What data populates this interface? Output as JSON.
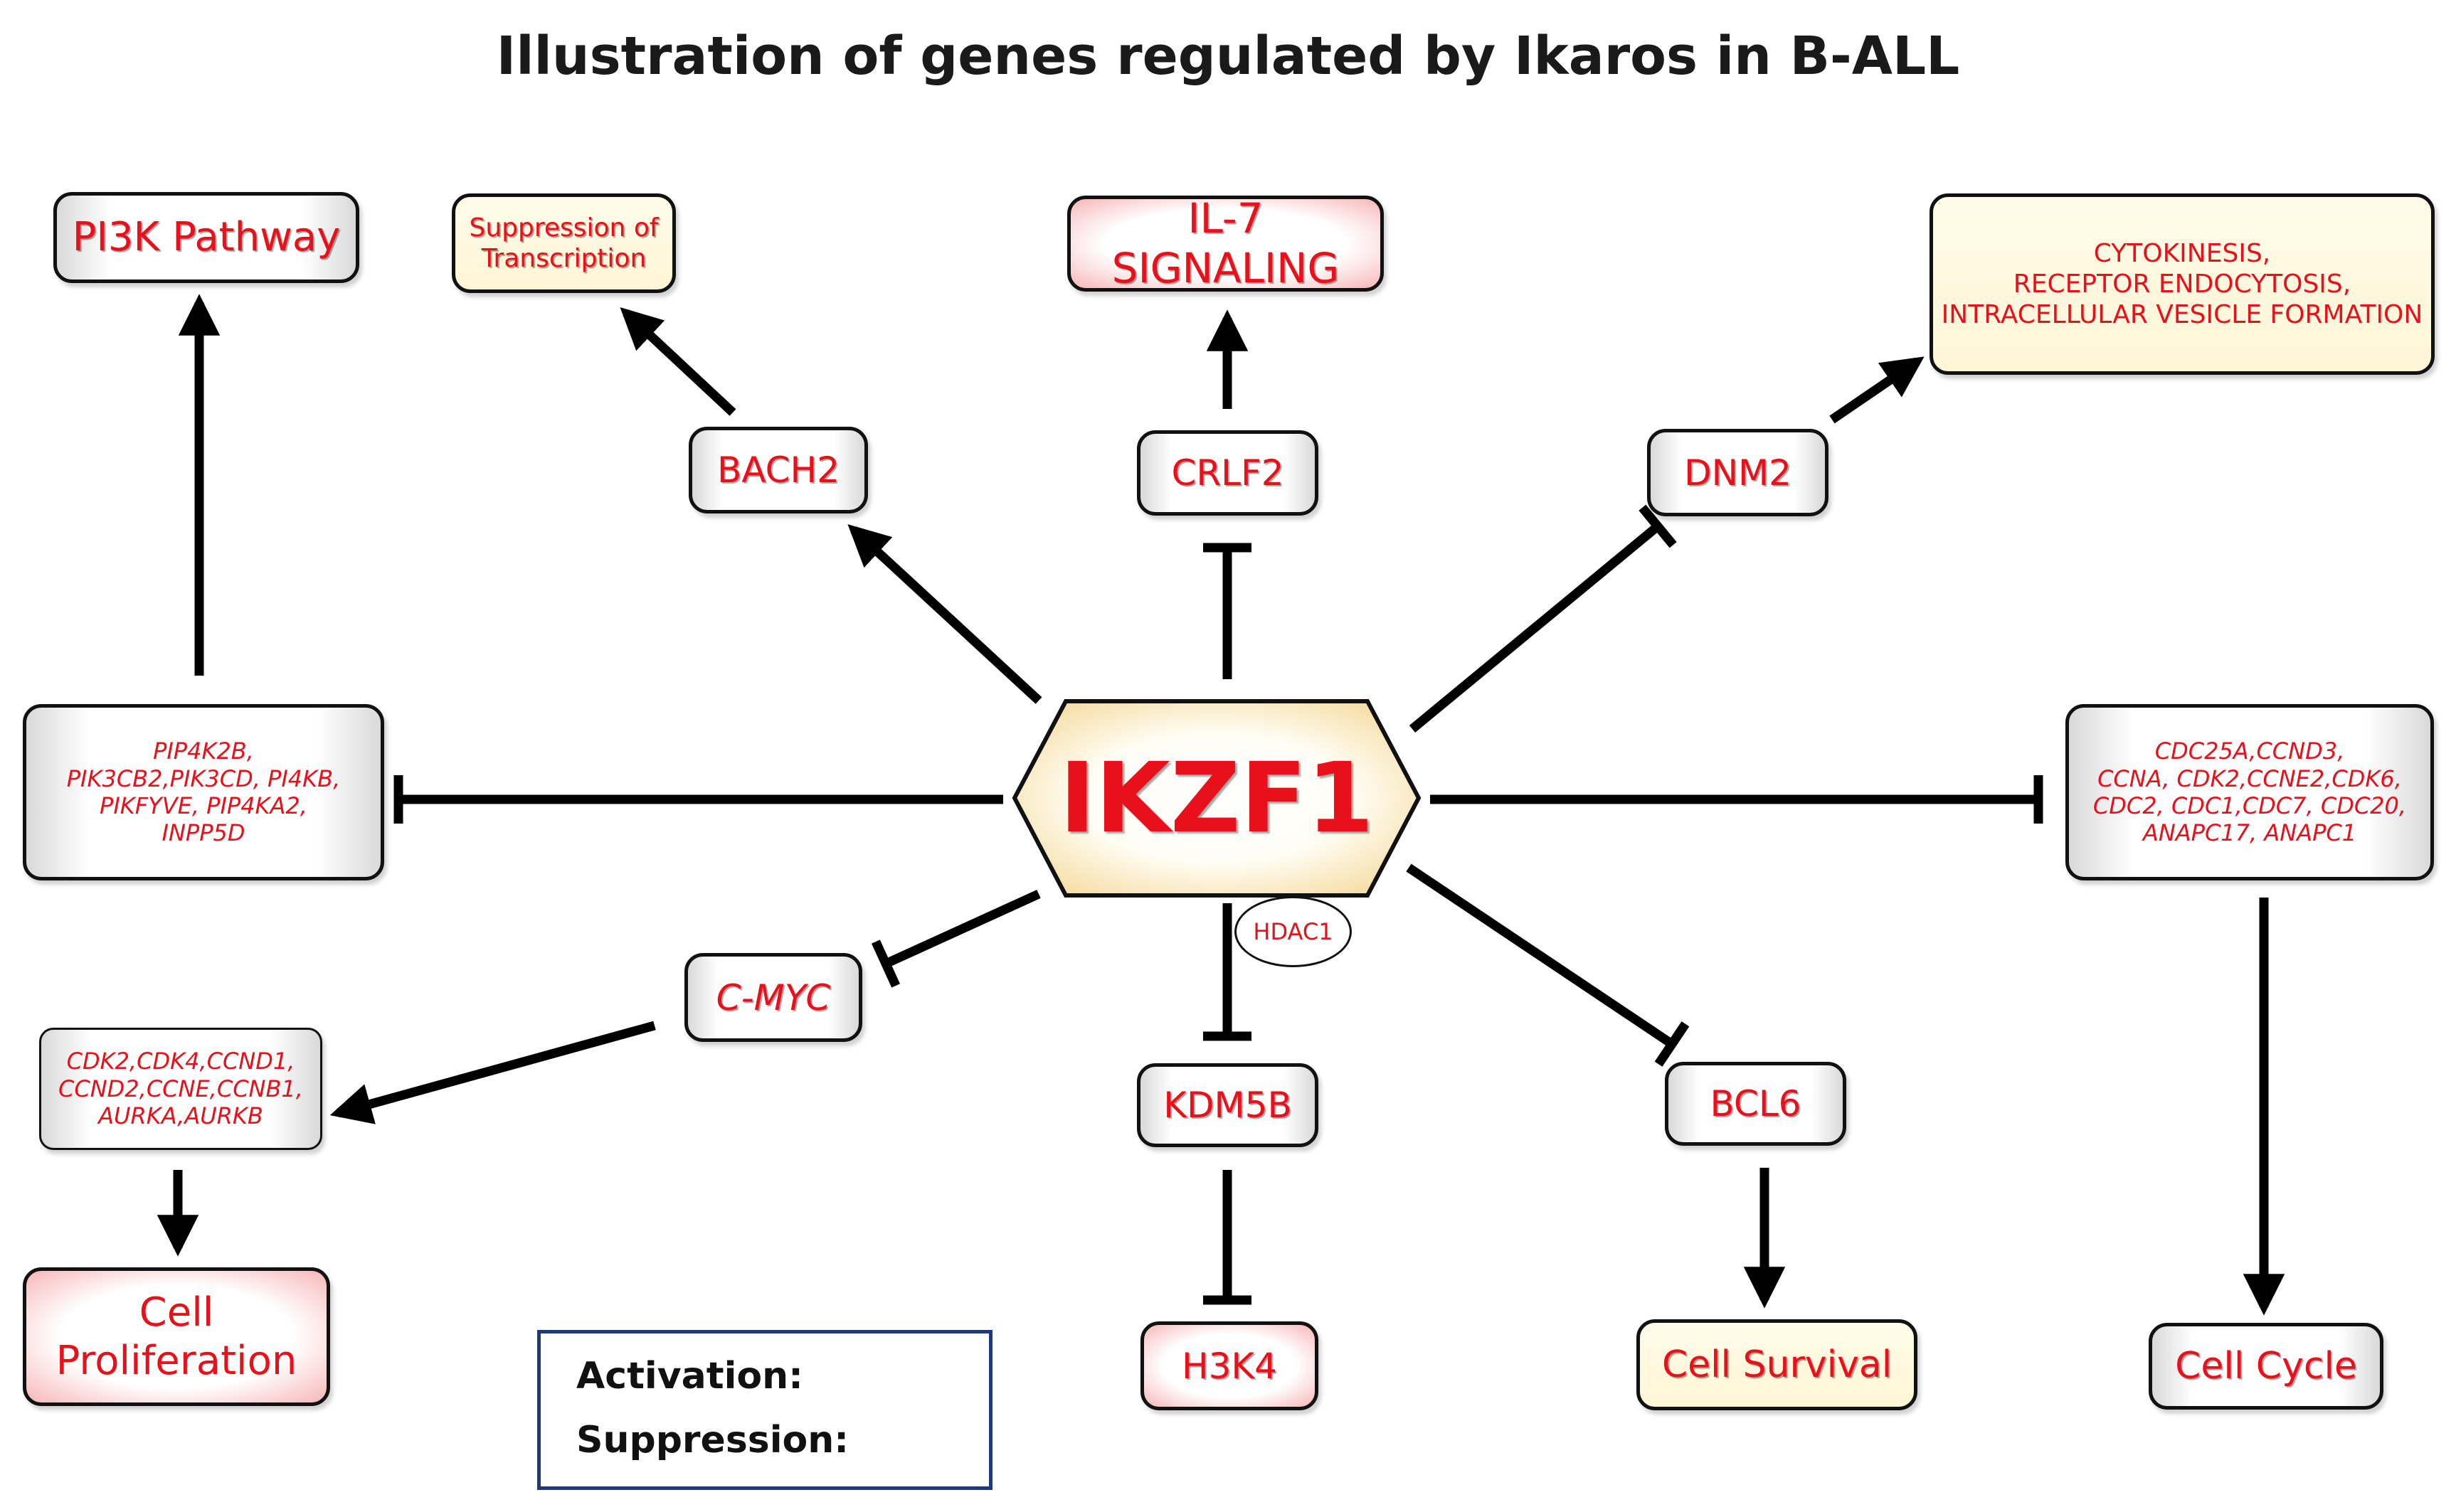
{
  "title": "Illustration of genes regulated by Ikaros in B-ALL",
  "center": {
    "label": "IKZF1"
  },
  "cofactor": {
    "label": "HDAC1"
  },
  "nodes": {
    "pi3k_pathway": "PI3K Pathway",
    "suppression_transcription": "Suppression of Transcription",
    "il7_signaling": "IL-7 SIGNALING",
    "cytokinesis": [
      "CYTOKINESIS,",
      "RECEPTOR ENDOCYTOSIS,",
      "INTRACELLULAR VESICLE FORMATION"
    ],
    "bach2": "BACH2",
    "crlf2": "CRLF2",
    "dnm2": "DNM2",
    "pi_genes": [
      "PIP4K2B,",
      "PIK3CB2,PIK3CD, PI4KB,",
      "PIKFYVE, PIP4KA2,",
      "INPP5D"
    ],
    "cdc_genes": [
      "CDC25A,CCND3,",
      "CCNA, CDK2,CCNE2,CDK6,",
      "CDC2, CDC1,CDC7, CDC20,",
      "ANAPC17, ANAPC1"
    ],
    "cmyc": "C-MYC",
    "cdk_genes": [
      "CDK2,CDK4,CCND1,",
      "CCND2,CCNE,CCNB1,",
      "AURKA,AURKB"
    ],
    "cell_proliferation": [
      "Cell",
      "Proliferation"
    ],
    "kdm5b": "KDM5B",
    "h3k4": "H3K4",
    "bcl6": "BCL6",
    "cell_survival": "Cell Survival",
    "cell_cycle": "Cell Cycle"
  },
  "legend": {
    "activation": "Activation:",
    "suppression": "Suppression:"
  },
  "edges": [
    {
      "from": "IKZF1",
      "to": "BACH2",
      "type": "activation"
    },
    {
      "from": "BACH2",
      "to": "Suppression of Transcription",
      "type": "activation"
    },
    {
      "from": "IKZF1",
      "to": "CRLF2",
      "type": "suppression"
    },
    {
      "from": "CRLF2",
      "to": "IL-7 SIGNALING",
      "type": "activation"
    },
    {
      "from": "IKZF1",
      "to": "DNM2",
      "type": "suppression"
    },
    {
      "from": "DNM2",
      "to": "CYTOKINESIS",
      "type": "activation"
    },
    {
      "from": "IKZF1",
      "to": "PIP4K2B",
      "type": "suppression"
    },
    {
      "from": "PIP4K2B",
      "to": "PI3K Pathway",
      "type": "activation"
    },
    {
      "from": "IKZF1",
      "to": "CDC25A",
      "type": "suppression"
    },
    {
      "from": "CDC25A",
      "to": "Cell Cycle",
      "type": "activation"
    },
    {
      "from": "IKZF1",
      "to": "C-MYC",
      "type": "suppression"
    },
    {
      "from": "C-MYC",
      "to": "CDK2",
      "type": "activation"
    },
    {
      "from": "CDK2",
      "to": "Cell Proliferation",
      "type": "activation"
    },
    {
      "from": "IKZF1",
      "to": "KDM5B",
      "type": "suppression"
    },
    {
      "from": "KDM5B",
      "to": "H3K4",
      "type": "suppression"
    },
    {
      "from": "IKZF1",
      "to": "BCL6",
      "type": "suppression"
    },
    {
      "from": "BCL6",
      "to": "Cell Survival",
      "type": "activation"
    }
  ]
}
